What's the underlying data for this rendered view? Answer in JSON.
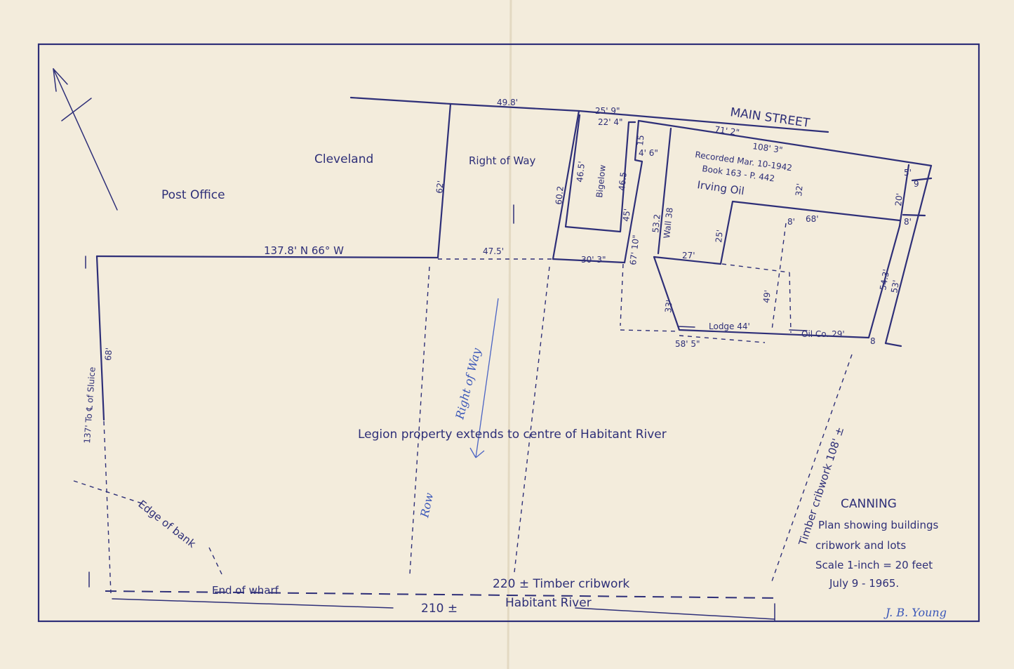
{
  "colors": {
    "paper": "#f3ecdc",
    "ink": "#2e2f78",
    "pen": "#3b57b8"
  },
  "labels": {
    "main_street": "MAIN STREET",
    "post_office": "Post Office",
    "cleveland": "Cleveland",
    "right_of_way": "Right of Way",
    "bigelow": "Bigelow",
    "recorded_1": "Recorded Mar. 10-1942",
    "recorded_2": "Book 163 - P. 442",
    "irving_oil": "Irving Oil",
    "wall": "Wall 38",
    "lodge": "Lodge 44'",
    "oil_co": "Oil Co. 29'",
    "legion": "Legion property extends to centre of Habitant River",
    "edge_of_bank": "Edge of bank",
    "end_of_wharf": "End of wharf",
    "timber_cribwork_bottom": "220 ± Timber cribwork",
    "habitant_river": "Habitant River",
    "dim_210": "210 ±",
    "timber_cribwork_right": "Timber cribwork 108' ±",
    "sluice": "137' To ℄ of Sluice",
    "handwritten_row": "Row",
    "handwritten_right_of_way": "Right of Way",
    "signature": "J. B. Young"
  },
  "title_block": {
    "line1": "CANNING",
    "line2": "Plan showing buildings",
    "line3": "cribwork and lots",
    "line4": "Scale 1-inch = 20 feet",
    "line5": "July 9 - 1965."
  },
  "dimensions": {
    "d_49_8": "49.8'",
    "d_25_9": "25' 9\"",
    "d_22_4": "22' 4\"",
    "d_71_2": "71' 2\"",
    "d_108_3": "108' 3\"",
    "d_62": "62'",
    "d_60_2": "60.2",
    "d_46_5a": "46.5'",
    "d_46_5b": "46.5",
    "d_15": "15",
    "d_4_6": "4' 6\"",
    "d_53_2": "53.2",
    "d_32": "32'",
    "d_5": "5'",
    "d_9": "9",
    "d_20": "20'",
    "d_8a": "8'",
    "d_68": "68'",
    "d_8b": "8'",
    "d_25": "25'",
    "d_27": "27'",
    "d_45": "45'",
    "d_67_10": "67' 10\"",
    "d_30_3": "30' 3\"",
    "d_47_5": "47.5'",
    "d_137_8": "137.8' N 66° W",
    "d_49": "49'",
    "d_33": "33'",
    "d_58_5": "58' 5\"",
    "d_8c": "8",
    "d_54_3": "54.3'",
    "d_53": "53'",
    "d_68_left": "68'"
  }
}
